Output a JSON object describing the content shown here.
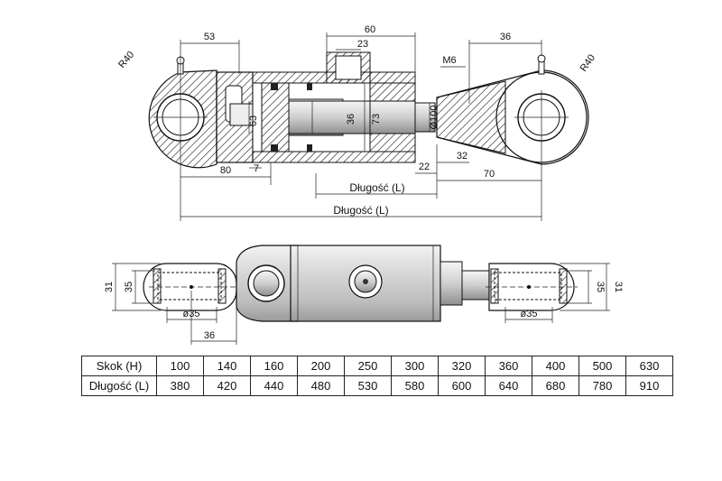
{
  "top_view": {
    "dims": {
      "d53": "53",
      "d60": "60",
      "d23": "23",
      "d36_top": "36",
      "m6": "M6",
      "r40_left": "R40",
      "r40_right": "R40",
      "d63": "63",
      "d36_rod": "36",
      "d73": "73",
      "d100": "Ø100",
      "d80": "80",
      "d7": "7",
      "d22": "22",
      "d32": "32",
      "d70": "70"
    },
    "length_label_short": "Długość (L)",
    "length_label_long": "Długość (L)"
  },
  "bottom_view": {
    "dims": {
      "d31_left": "31",
      "d35_left": "35",
      "phi35_left": "ø35",
      "d36_left": "36",
      "d35_right": "35",
      "d31_right": "31",
      "phi35_right": "ø35"
    }
  },
  "table": {
    "row_stroke_label": "Skok (H)",
    "row_length_label": "Długość (L)",
    "stroke": [
      "100",
      "140",
      "160",
      "200",
      "250",
      "300",
      "320",
      "360",
      "400",
      "500",
      "630"
    ],
    "length": [
      "380",
      "420",
      "440",
      "480",
      "530",
      "580",
      "600",
      "640",
      "680",
      "780",
      "910"
    ]
  }
}
